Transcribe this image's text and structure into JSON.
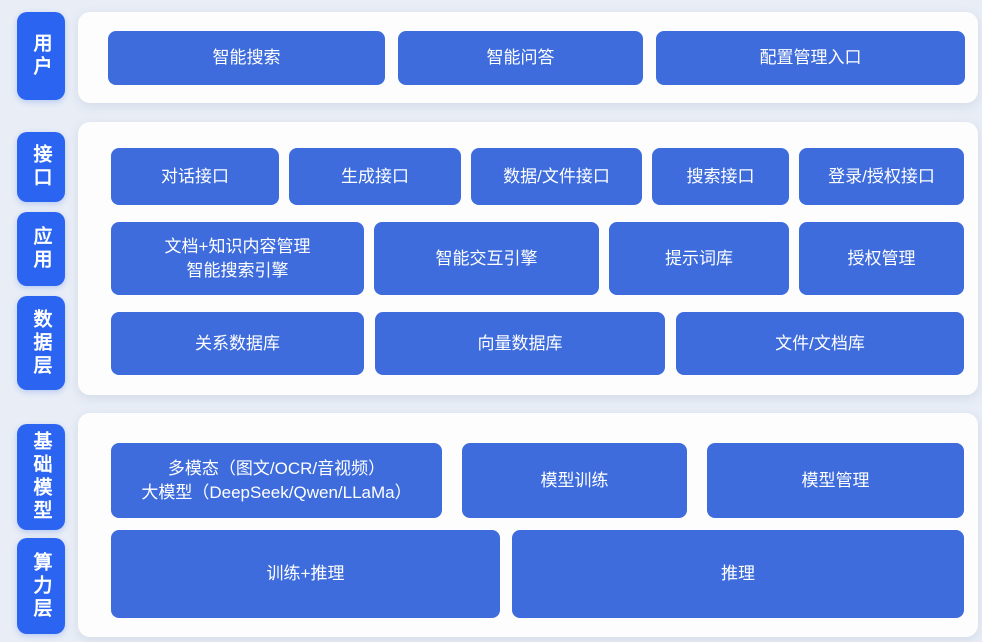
{
  "colors": {
    "page_background": "#e8edf6",
    "panel_background": "#fdfdfe",
    "layer_label_blue": "#2a64f0",
    "block_blue": "#3e6cdd",
    "text_white": "#ffffff"
  },
  "sections": [
    {
      "id": "user-layer",
      "labels": [
        "用户"
      ],
      "rows": [
        {
          "buttons": [
            {
              "lines": [
                "智能搜索"
              ]
            },
            {
              "lines": [
                "智能问答"
              ]
            },
            {
              "lines": [
                "配置管理入口"
              ]
            }
          ]
        }
      ]
    },
    {
      "id": "interface-application-data-layer",
      "labels": [
        "接口",
        "应用",
        "数据层"
      ],
      "rows": [
        {
          "buttons": [
            {
              "lines": [
                "对话接口"
              ]
            },
            {
              "lines": [
                "生成接口"
              ]
            },
            {
              "lines": [
                "数据/文件接口"
              ]
            },
            {
              "lines": [
                "搜索接口"
              ]
            },
            {
              "lines": [
                "登录/授权接口"
              ]
            }
          ]
        },
        {
          "buttons": [
            {
              "lines": [
                "文档+知识内容管理",
                "智能搜索引擎"
              ]
            },
            {
              "lines": [
                "智能交互引擎"
              ]
            },
            {
              "lines": [
                "提示词库"
              ]
            },
            {
              "lines": [
                "授权管理"
              ]
            }
          ]
        },
        {
          "buttons": [
            {
              "lines": [
                "关系数据库"
              ]
            },
            {
              "lines": [
                "向量数据库"
              ]
            },
            {
              "lines": [
                "文件/文档库"
              ]
            }
          ]
        }
      ]
    },
    {
      "id": "foundation-model-compute-layer",
      "labels": [
        "基础模型",
        "算力层"
      ],
      "rows": [
        {
          "buttons": [
            {
              "lines": [
                "多模态（图文/OCR/音视频）",
                "大模型（DeepSeek/Qwen/LLaMa）"
              ]
            },
            {
              "lines": [
                "模型训练"
              ]
            },
            {
              "lines": [
                "模型管理"
              ]
            }
          ]
        },
        {
          "buttons": [
            {
              "lines": [
                "训练+推理"
              ]
            },
            {
              "lines": [
                "推理"
              ]
            }
          ]
        }
      ]
    }
  ]
}
